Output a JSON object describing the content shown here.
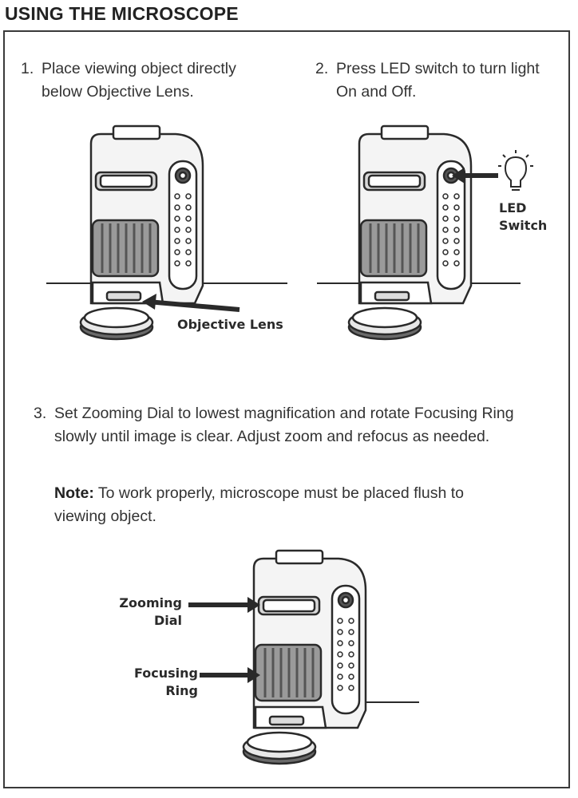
{
  "page": {
    "title": "USING THE MICROSCOPE"
  },
  "steps": [
    {
      "number": "1.",
      "text": "Place viewing object directly below Objective Lens."
    },
    {
      "number": "2.",
      "text": "Press LED switch to turn light On and Off."
    },
    {
      "number": "3.",
      "text": "Set Zooming Dial to lowest magnification and rotate Focusing Ring slowly until image is clear. Adjust zoom and refocus as needed."
    }
  ],
  "note": {
    "label": "Note:",
    "text": "To work properly, microscope must be placed flush to viewing object."
  },
  "callouts": {
    "objective_lens": "Objective Lens",
    "led_line1": "LED",
    "led_line2": "Switch",
    "zoom_line1": "Zooming",
    "zoom_line2": "Dial",
    "focus_line1": "Focusing",
    "focus_line2": "Ring"
  },
  "icons": {
    "led_bulb": "lightbulb-icon"
  },
  "colors": {
    "ink": "#2a2a2a",
    "body_light": "#f2f2f2",
    "ring_dark": "#555555"
  }
}
